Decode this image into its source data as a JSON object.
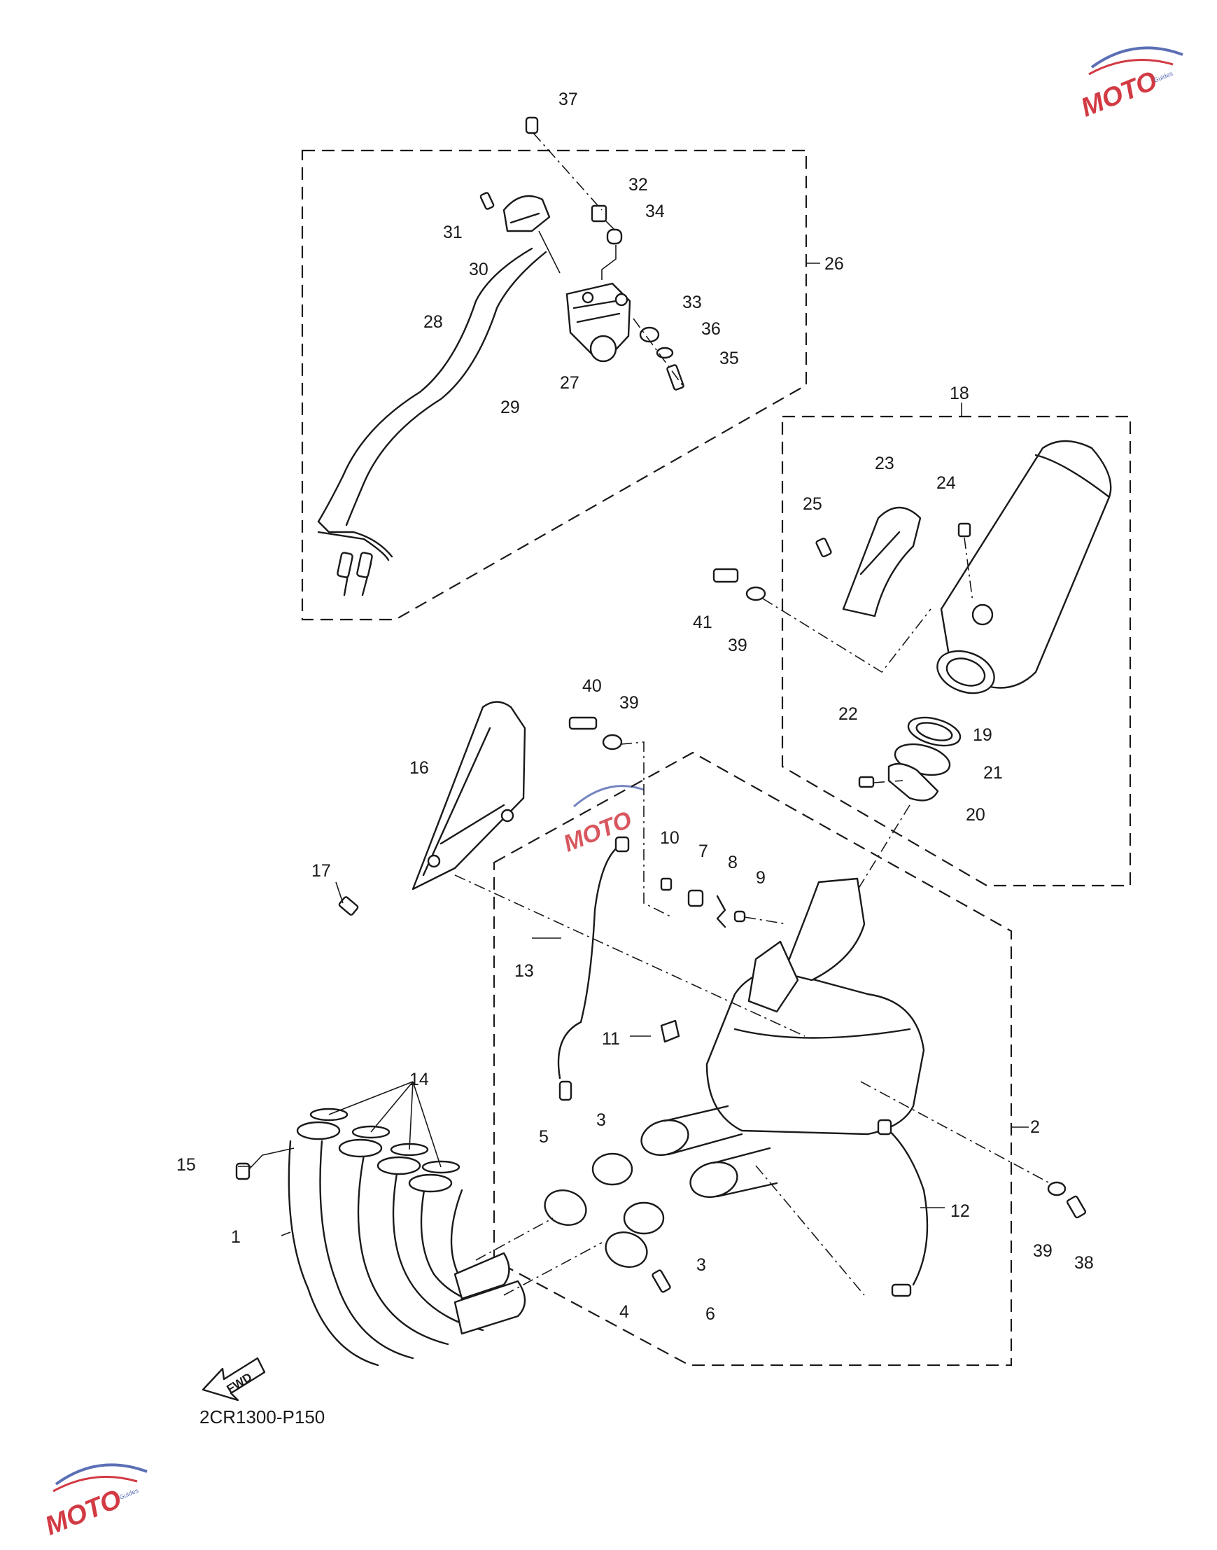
{
  "diagram": {
    "code": "2CR1300-P150",
    "fwd_label": "FWD",
    "watermark": {
      "brand": "MOTO",
      "tagline": "Guides",
      "color": "#d23a44",
      "accent": "#5b6fb5"
    },
    "callouts": [
      {
        "id": "c1",
        "label": "1"
      },
      {
        "id": "c2",
        "label": "2"
      },
      {
        "id": "c3a",
        "label": "3"
      },
      {
        "id": "c3b",
        "label": "3"
      },
      {
        "id": "c4",
        "label": "4"
      },
      {
        "id": "c5",
        "label": "5"
      },
      {
        "id": "c6",
        "label": "6"
      },
      {
        "id": "c7",
        "label": "7"
      },
      {
        "id": "c8",
        "label": "8"
      },
      {
        "id": "c9",
        "label": "9"
      },
      {
        "id": "c10",
        "label": "10"
      },
      {
        "id": "c11",
        "label": "11"
      },
      {
        "id": "c12",
        "label": "12"
      },
      {
        "id": "c13",
        "label": "13"
      },
      {
        "id": "c14",
        "label": "14"
      },
      {
        "id": "c15",
        "label": "15"
      },
      {
        "id": "c16",
        "label": "16"
      },
      {
        "id": "c17",
        "label": "17"
      },
      {
        "id": "c18",
        "label": "18"
      },
      {
        "id": "c19",
        "label": "19"
      },
      {
        "id": "c20",
        "label": "20"
      },
      {
        "id": "c21",
        "label": "21"
      },
      {
        "id": "c22",
        "label": "22"
      },
      {
        "id": "c23",
        "label": "23"
      },
      {
        "id": "c24",
        "label": "24"
      },
      {
        "id": "c25",
        "label": "25"
      },
      {
        "id": "c26",
        "label": "26"
      },
      {
        "id": "c27",
        "label": "27"
      },
      {
        "id": "c28",
        "label": "28"
      },
      {
        "id": "c29",
        "label": "29"
      },
      {
        "id": "c30",
        "label": "30"
      },
      {
        "id": "c31",
        "label": "31"
      },
      {
        "id": "c32",
        "label": "32"
      },
      {
        "id": "c33",
        "label": "33"
      },
      {
        "id": "c34",
        "label": "34"
      },
      {
        "id": "c35",
        "label": "35"
      },
      {
        "id": "c36",
        "label": "36"
      },
      {
        "id": "c37",
        "label": "37"
      },
      {
        "id": "c38",
        "label": "38"
      },
      {
        "id": "c39a",
        "label": "39"
      },
      {
        "id": "c39b",
        "label": "39"
      },
      {
        "id": "c39c",
        "label": "39"
      },
      {
        "id": "c40",
        "label": "40"
      },
      {
        "id": "c41",
        "label": "41"
      }
    ]
  }
}
